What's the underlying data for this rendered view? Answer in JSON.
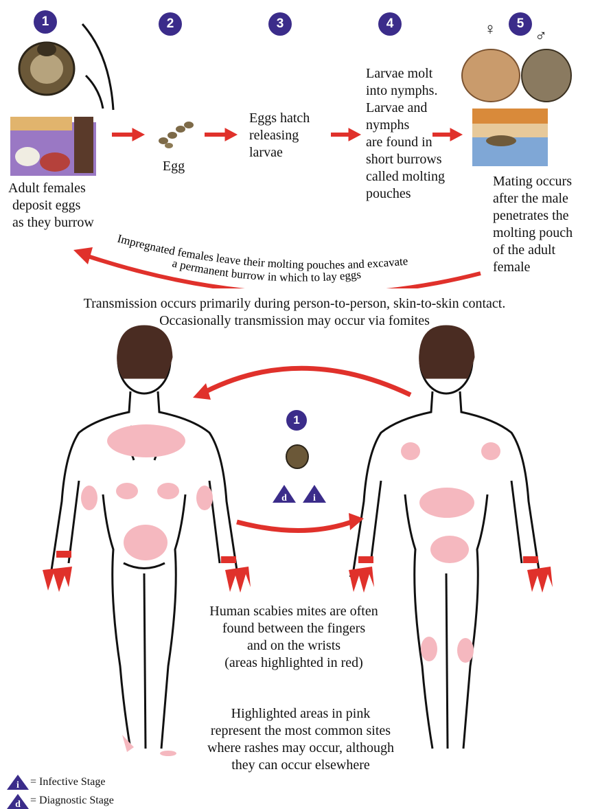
{
  "stages": {
    "s1": "1",
    "s2": "2",
    "s3": "3",
    "s4": "4",
    "s5": "5",
    "center": "1"
  },
  "sex_symbols": {
    "female": "♀",
    "male": "♂"
  },
  "labels": {
    "adult_females": [
      "Adult females",
      "deposit eggs",
      "as they burrow"
    ],
    "egg": "Egg",
    "eggs_hatch": [
      "Eggs hatch",
      "releasing",
      "larvae"
    ],
    "larvae_molt": [
      "Larvae molt",
      "into nymphs.",
      "Larvae and",
      "nymphs",
      "are found in",
      "short burrows",
      "called molting",
      "pouches"
    ],
    "mating": [
      "Mating occurs",
      "after the male",
      "penetrates the",
      "molting pouch",
      "of the adult",
      "female"
    ],
    "cycle_arrow": [
      "Impregnated females leave their molting pouches and excavate",
      "a permanent burrow in which to lay eggs"
    ],
    "transmission": [
      "Transmission occurs primarily during person-to-person, skin-to-skin contact.",
      "Occasionally transmission may occur via fomites"
    ],
    "fingers_wrists": [
      "Human scabies mites are often",
      "found between the fingers",
      "and on the wrists",
      "(areas highlighted in red)"
    ],
    "pink_areas": [
      "Highlighted areas in pink",
      "represent the most common sites",
      "where rashes may occur, although",
      "they can occur elsewhere"
    ]
  },
  "legend": {
    "infective_letter": "i",
    "infective": "= Infective Stage",
    "diagnostic_letter": "d",
    "diagnostic": "= Diagnostic Stage"
  },
  "colors": {
    "stage_badge": "#3b2c8a",
    "arrow": "#e0312b",
    "rash_pink": "#f5b8bf",
    "finger_red": "#e0312b",
    "hair": "#4a2c22"
  }
}
